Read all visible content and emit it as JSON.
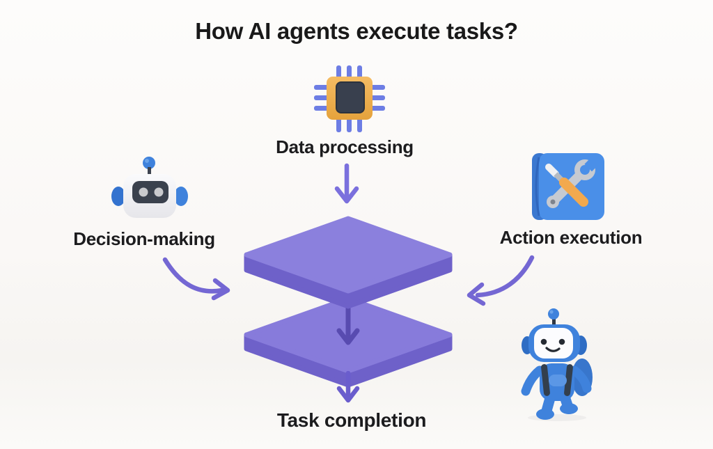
{
  "title": "How AI agents execute tasks?",
  "diagram": {
    "type": "flow-infographic",
    "center": "stacked-purple-platform-layers",
    "nodes": [
      {
        "id": "data_processing",
        "label": "Data processing",
        "icon": "chip-icon",
        "position": "top"
      },
      {
        "id": "decision_making",
        "label": "Decision-making",
        "icon": "robot-head-icon",
        "position": "left"
      },
      {
        "id": "action_execution",
        "label": "Action execution",
        "icon": "blueprint-tools-icon",
        "position": "right"
      },
      {
        "id": "task_completion",
        "label": "Task completion",
        "icon": "robot-mascot-icon",
        "position": "bottom"
      }
    ],
    "edges": [
      {
        "from": "data_processing",
        "to": "platform",
        "style": "straight-down-arrow"
      },
      {
        "from": "decision_making",
        "to": "platform",
        "style": "curved-arrow-down-right"
      },
      {
        "from": "action_execution",
        "to": "platform",
        "style": "curved-arrow-down-left"
      },
      {
        "from": "platform",
        "to": "platform-lower-layer",
        "style": "straight-down-arrow"
      },
      {
        "from": "platform",
        "to": "task_completion",
        "style": "straight-down-arrow"
      }
    ]
  },
  "colors": {
    "background": "#faf8f6",
    "text": "#1c1c1e",
    "arrow": "#7568d2",
    "arrow_dark": "#584bb0",
    "platform_top": "#8b80dd",
    "platform_side": "#6e61c9",
    "chip_body": "#efae52",
    "chip_screen": "#39404e",
    "chip_pins": "#6d7de4",
    "robot_blue": "#3f82dc",
    "robot_visor": "#3a414d",
    "blueprint_blue": "#4a8fe8",
    "tool_gray": "#c6cad1",
    "tool_handle_orange": "#f2a94e"
  }
}
